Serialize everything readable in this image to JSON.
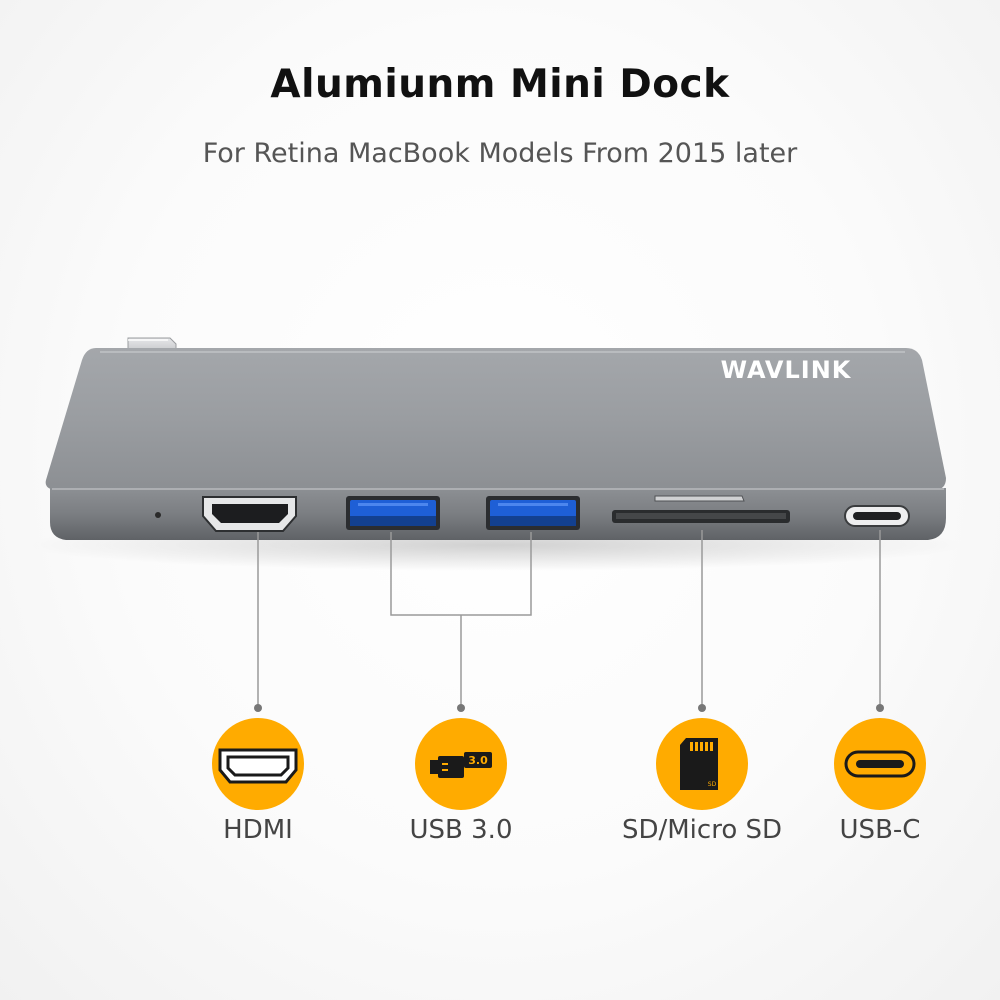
{
  "header": {
    "title": "Alumiunm Mini Dock",
    "subtitle": "For Retina MacBook Models From 2015 later"
  },
  "device": {
    "brand": "WAVLINK",
    "color": "#8e9196",
    "port_names": [
      "led-indicator",
      "hdmi-port",
      "usb3-port-1",
      "usb3-port-2",
      "sd-card-slot",
      "usb-c-port"
    ]
  },
  "features": [
    {
      "label": "HDMI",
      "icon": "hdmi-icon"
    },
    {
      "label": "USB 3.0",
      "icon": "usb3-icon",
      "badge": "3.0"
    },
    {
      "label": "SD/Micro SD",
      "icon": "sd-card-icon",
      "badge": "SD"
    },
    {
      "label": "USB-C",
      "icon": "usb-c-icon"
    }
  ],
  "colors": {
    "accent": "#ffab00",
    "usb_blue": "#1e5fd6",
    "connector_line": "#9a9a9a"
  }
}
